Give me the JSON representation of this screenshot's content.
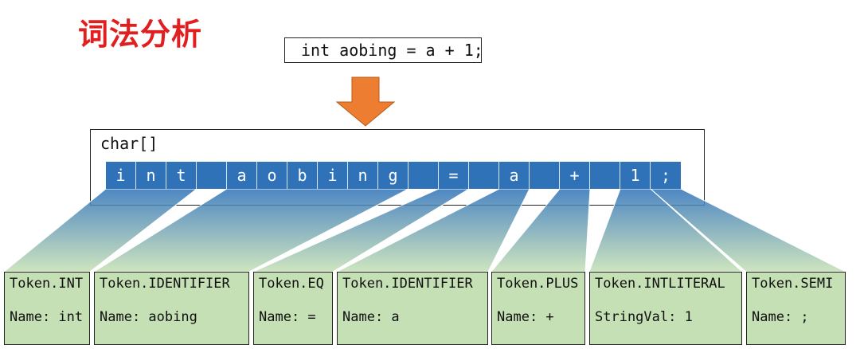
{
  "title": "词法分析",
  "source_code": "int aobing = a + 1;",
  "char_array": {
    "label": "char[]",
    "cells": [
      "i",
      "n",
      "t",
      "",
      "a",
      "o",
      "b",
      "i",
      "n",
      "g",
      "",
      "=",
      "",
      "a",
      "",
      "+",
      "",
      "1",
      ";"
    ]
  },
  "tokens": [
    {
      "type": "Token.INT",
      "value": "Name: int"
    },
    {
      "type": "Token.IDENTIFIER",
      "value": "Name: aobing"
    },
    {
      "type": "Token.EQ",
      "value": "Name: ="
    },
    {
      "type": "Token.IDENTIFIER",
      "value": "Name: a"
    },
    {
      "type": "Token.PLUS",
      "value": "Name: +"
    },
    {
      "type": "Token.INTLITERAL",
      "value": "StringVal: 1"
    },
    {
      "type": "Token.SEMI",
      "value": "Name: ;"
    }
  ],
  "colors": {
    "title": "#e02020",
    "arrow": "#ed7d31",
    "cell": "#2f72b8",
    "token_box": "#c5e0b4",
    "funnel_top": "#2f72b8",
    "funnel_bottom": "#c5e0b4"
  }
}
